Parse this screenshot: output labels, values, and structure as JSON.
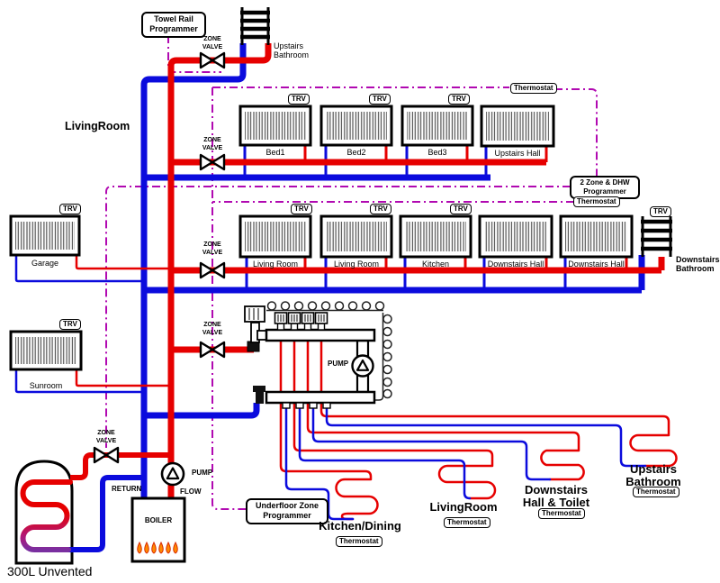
{
  "controls": {
    "towel_rail_programmer": "Towel Rail\nProgrammer",
    "two_zone_dhw_programmer": "2 Zone & DHW\nProgrammer",
    "underfloor_zone_programmer": "Underfloor Zone\nProgrammer",
    "thermostat_upstairs": "Thermostat",
    "thermostat_downstairs": "Thermostat",
    "zone_valve": "ZONE\nVALVE",
    "trv": "TRV"
  },
  "zones_note": {
    "living_room": "LivingRoom"
  },
  "radiators": {
    "upstairs": [
      "Bed1",
      "Bed2",
      "Bed3",
      "Upstairs Hall"
    ],
    "downstairs": [
      "Living Room",
      "Living Room",
      "Kitchen",
      "Downstairs Hall",
      "Downstairs Hall"
    ],
    "left": [
      "Garage",
      "Sunroom"
    ],
    "towel_rails": [
      "Upstairs\nBathroom",
      "Downstairs\nBathroom"
    ]
  },
  "plant": {
    "boiler": "BOILER",
    "pump": "PUMP",
    "flow": "FLOW",
    "return": "RETURN",
    "cylinder": "300L Unvented"
  },
  "underfloor": {
    "pump": "PUMP",
    "zones": [
      {
        "name": "Kitchen/Dining",
        "thermostat": "Thermostat"
      },
      {
        "name": "LivingRoom",
        "thermostat": "Thermostat"
      },
      {
        "name": "Downstairs\nHall & Toilet",
        "thermostat": "Thermostat"
      },
      {
        "name": "Upstairs\nBathroom",
        "thermostat": "Thermostat"
      }
    ]
  },
  "colors": {
    "flow": "#e60000",
    "return": "#0b0bdd",
    "control": "#b109b1"
  }
}
